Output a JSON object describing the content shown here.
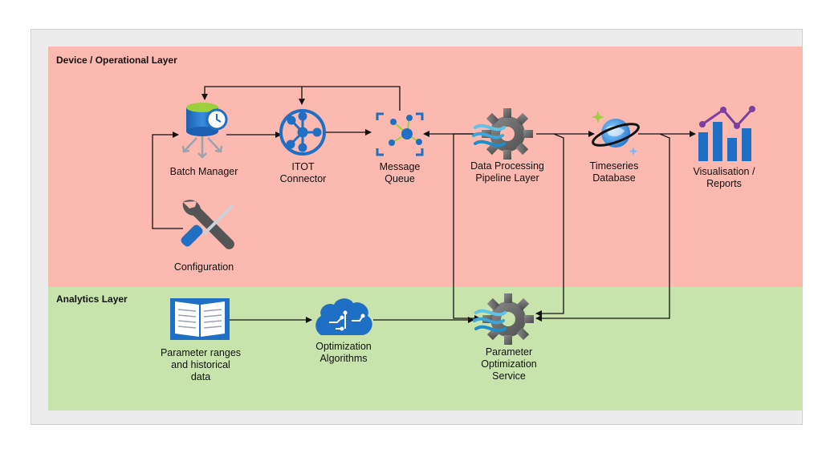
{
  "layers": {
    "operational": {
      "title": "Device / Operational Layer",
      "color": "#fbb9b0"
    },
    "analytics": {
      "title": "Analytics Layer",
      "color": "#c9e3ad"
    }
  },
  "nodes": {
    "batch_manager": {
      "label": "Batch Manager",
      "icon": "database-clock-icon"
    },
    "itot_connector": {
      "label": "ITOT\nConnector",
      "icon": "hub-connector-icon"
    },
    "message_queue": {
      "label": "Message\nQueue",
      "icon": "event-hub-icon"
    },
    "data_processing": {
      "label": "Data Processing\nPipeline Layer",
      "icon": "gear-wave-icon"
    },
    "timeseries_db": {
      "label": "Timeseries\nDatabase",
      "icon": "planet-database-icon"
    },
    "visualisation": {
      "label": "Visualisation /\nReports",
      "icon": "bar-chart-icon"
    },
    "configuration": {
      "label": "Configuration",
      "icon": "wrench-screwdriver-icon"
    },
    "parameter_ranges": {
      "label": "Parameter ranges\nand historical\ndata",
      "icon": "open-book-icon"
    },
    "optimization_algorithms": {
      "label": "Optimization\nAlgorithms",
      "icon": "brain-circuit-icon"
    },
    "parameter_optimization": {
      "label": "Parameter\nOptimization\nService",
      "icon": "gear-wave-icon"
    }
  },
  "colors": {
    "azure_blue": "#1f6fc5",
    "arrow": "#111111",
    "chart_purple": "#7b3fa0"
  }
}
